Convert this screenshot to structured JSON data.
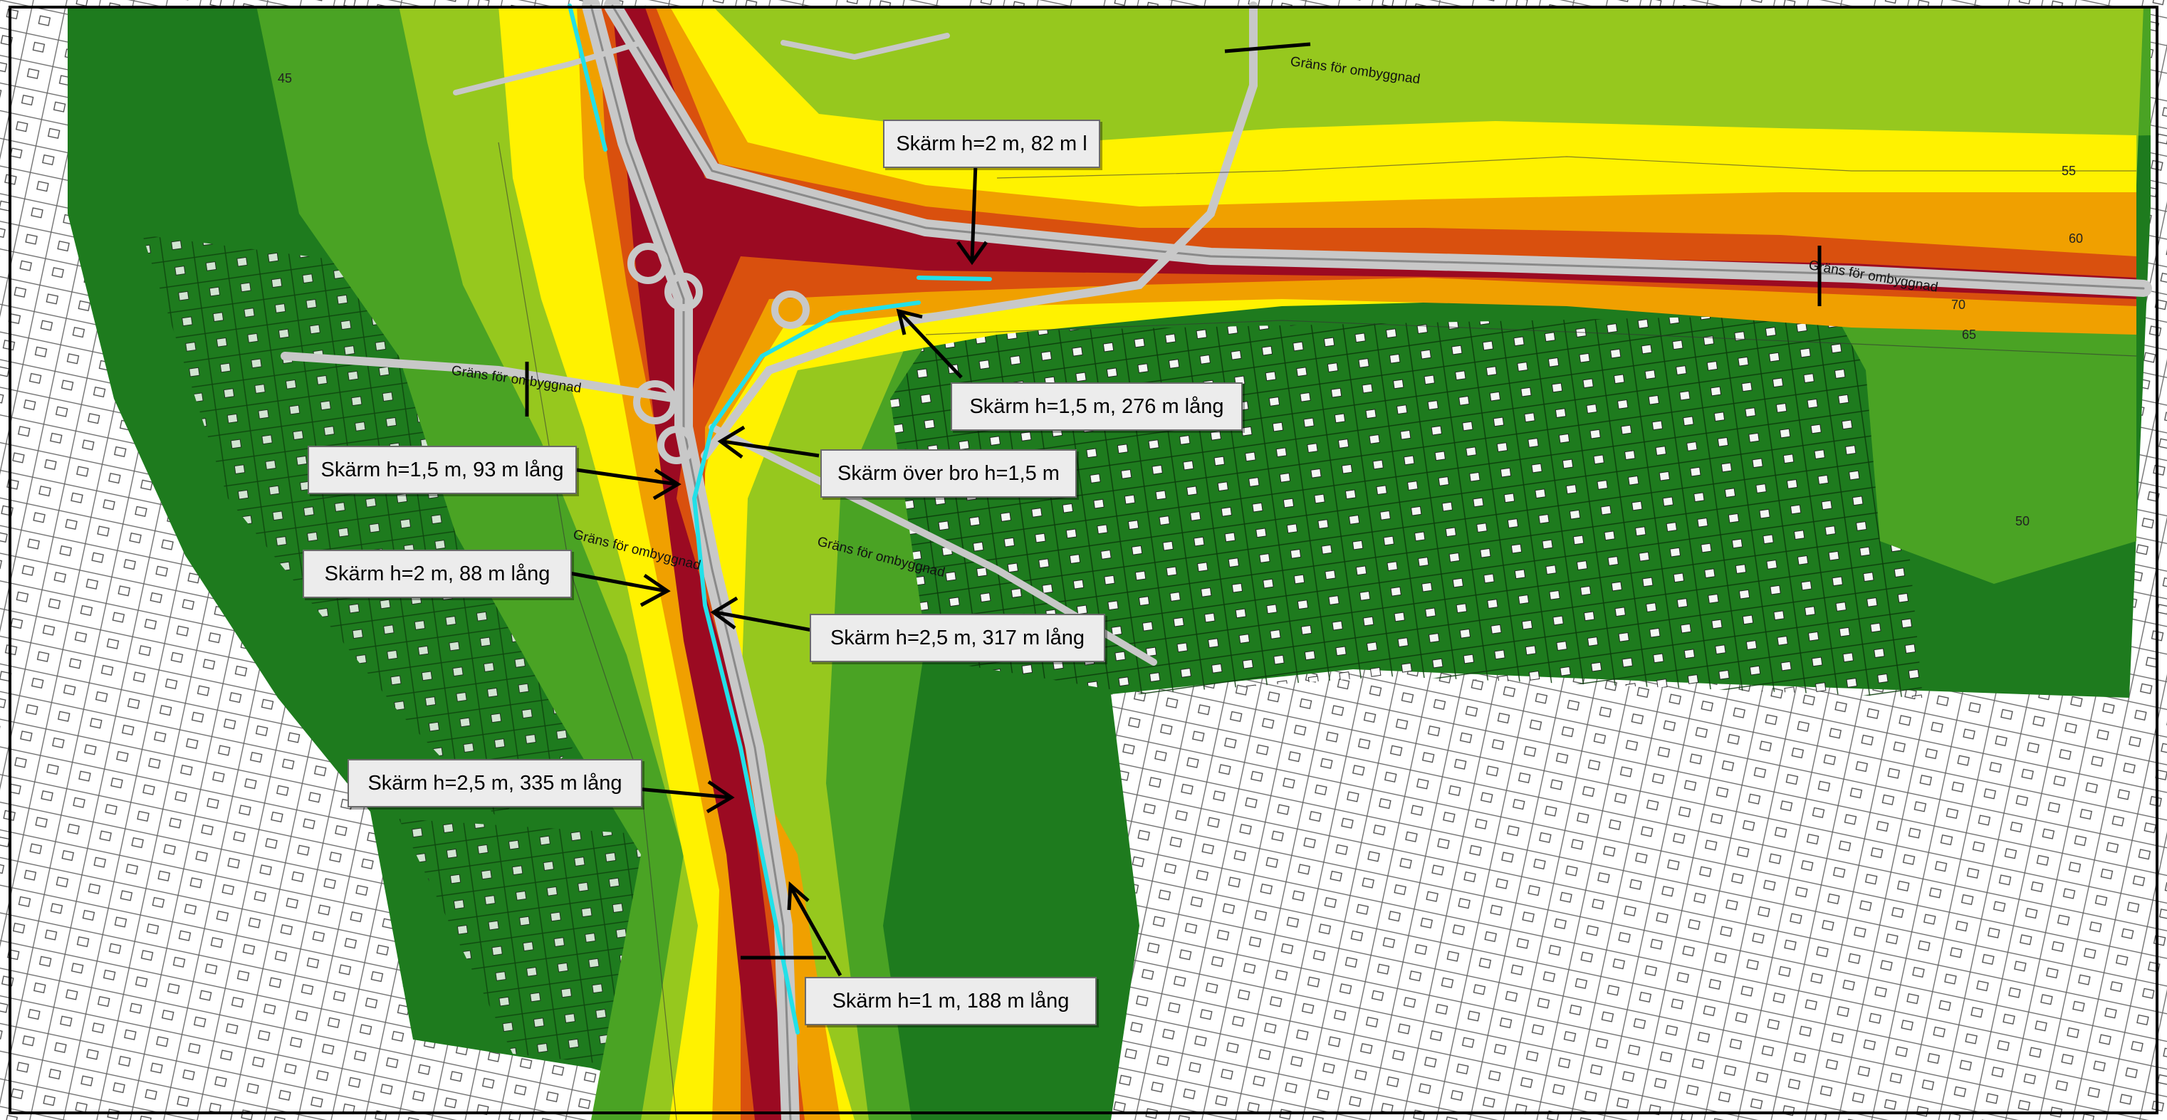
{
  "screen_labels": [
    "Skärm h=2 m, 82 m l",
    "Skärm h=1,5 m, 276 m lång",
    "Skärm h=1,5 m, 93 m lång",
    "Skärm över bro h=1,5 m",
    "Skärm h=2 m, 88 m lång",
    "Skärm h=2,5 m, 317 m lång",
    "Skärm h=2,5 m, 335 m lång",
    "Skärm h=1 m, 188 m lång"
  ],
  "boundary_label": "Gräns för ombyggnad",
  "contour_values": [
    "45",
    "50",
    "55",
    "60",
    "65",
    "70"
  ],
  "noise_colors": {
    "below_45": "#1e7b1e",
    "45_50": "#4aa324",
    "50_55": "#96c81e",
    "55_60": "#fff200",
    "60_65": "#f0a000",
    "65_70": "#d9500e",
    "above_70": "#9b0a22"
  },
  "road_color": "#c8c8c8",
  "screen_color": "#22e0e8"
}
